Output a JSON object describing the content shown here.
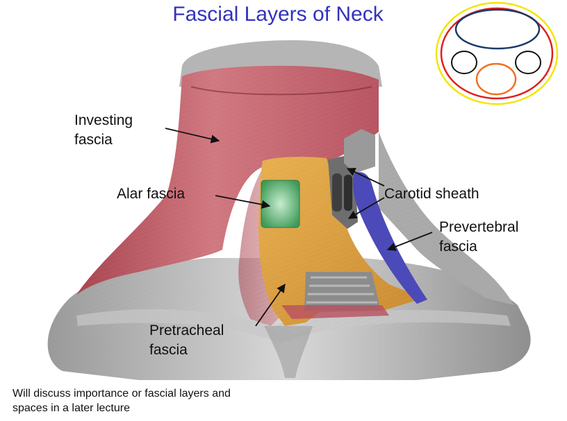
{
  "title": "Fascial Layers of Neck",
  "labels": {
    "investing_line1": "Investing",
    "investing_line2": "fascia",
    "alar": "Alar fascia",
    "carotid": "Carotid sheath",
    "prevertebral_line1": "Prevertebral",
    "prevertebral_line2": "fascia",
    "pretracheal_line1": "Pretracheal",
    "pretracheal_line2": "fascia"
  },
  "footnote": {
    "line1": "Will discuss importance or fascial layers and",
    "line2": "spaces in a later lecture"
  },
  "colors": {
    "title": "#3333bb",
    "investing": "#c0606a",
    "pretracheal": "#e0a040",
    "alar": "#6fbf80",
    "prevertebral": "#4b4ab8",
    "skin_gray": "#b8b8b8",
    "schematic_outer": "#f2e600",
    "schematic_red": "#e02020",
    "schematic_navy": "#1a3a6a",
    "schematic_orange": "#f07020"
  }
}
